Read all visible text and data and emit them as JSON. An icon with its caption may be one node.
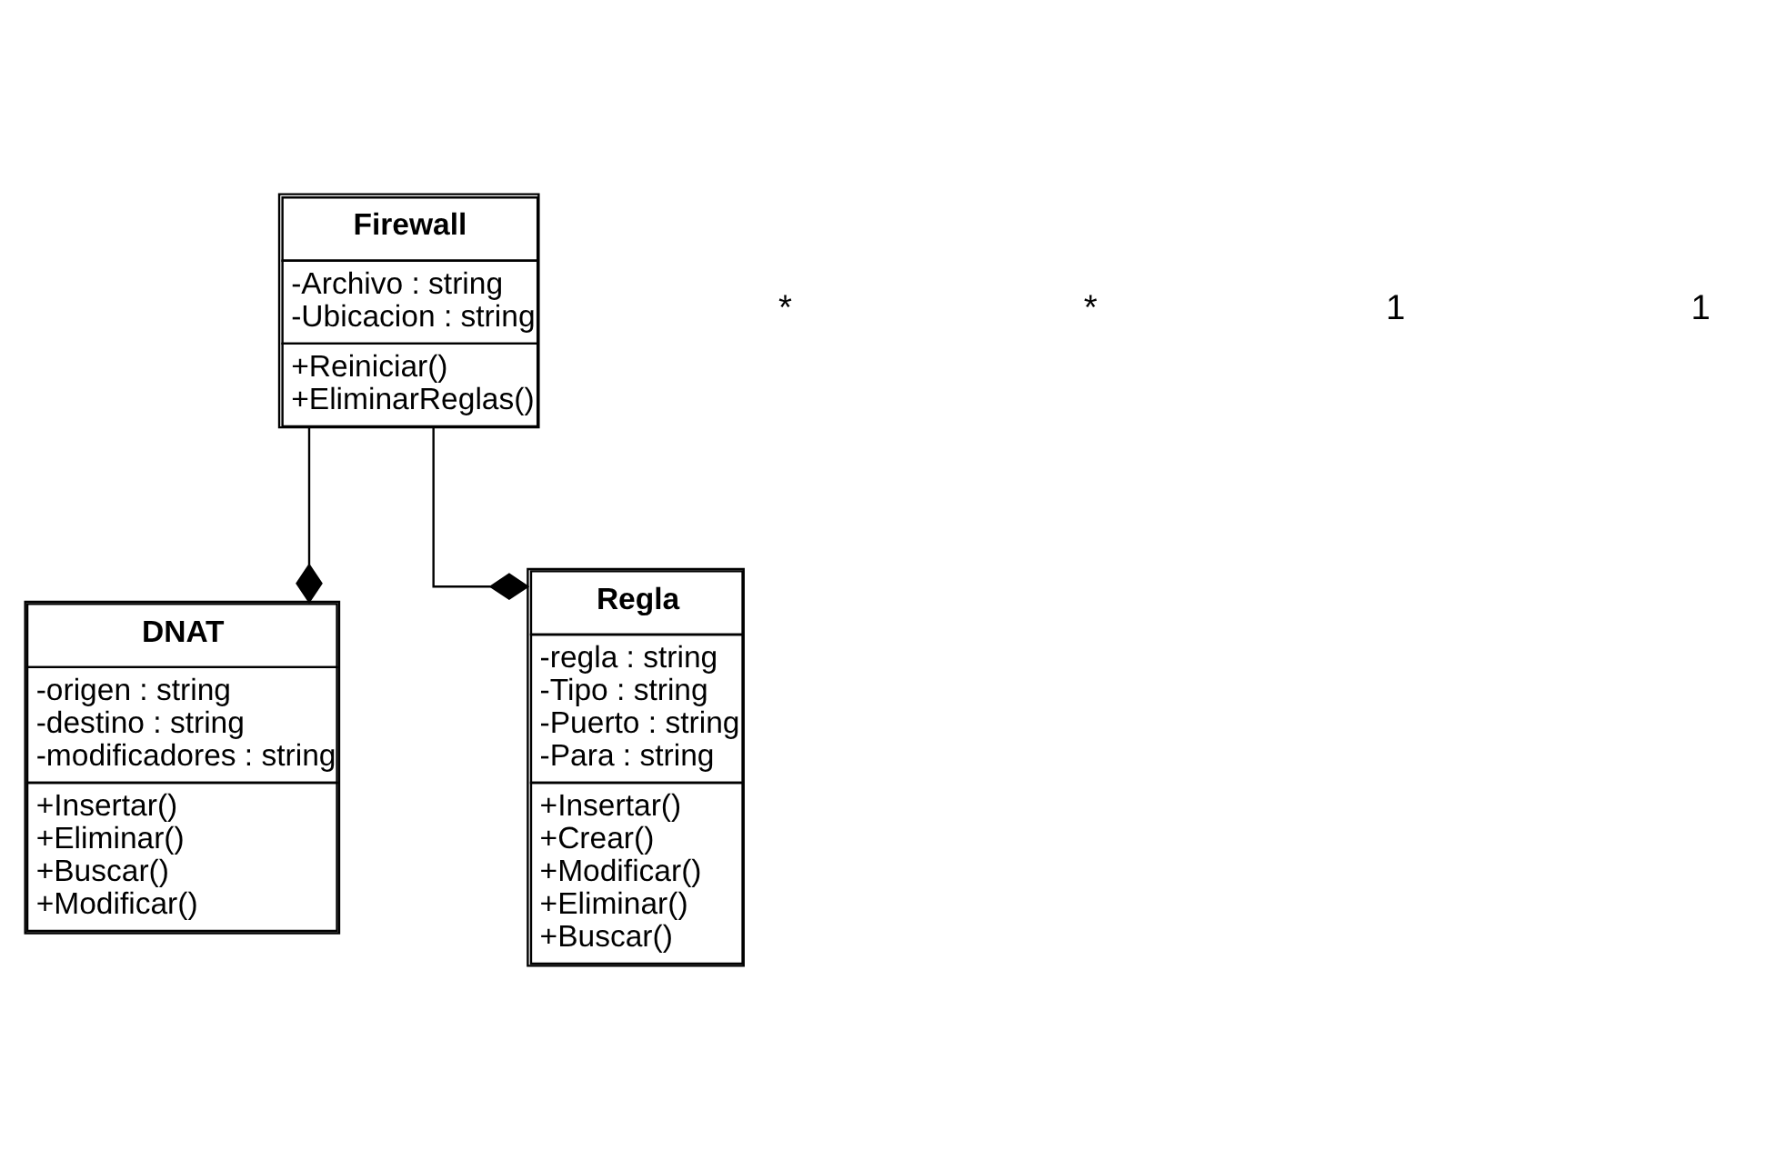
{
  "diagram": {
    "nodes": [
      {
        "text": [
          "Firewall",
          "-Archivo : string",
          "-Ubicacion : string",
          "+Reiniciar()",
          "+EliminarReglas()"
        ]
      },
      {
        "text": [
          "DNAT",
          "-origen : string",
          "-destino : string",
          "-modificadores : string",
          "+Insertar()",
          "+Eliminar()",
          "+Buscar()",
          "+Modificar()"
        ]
      },
      {
        "text": [
          "Regla",
          "-regla : string",
          "-Tipo : string",
          "-Puerto : string",
          "-Para : string",
          "+Insertar()",
          "+Crear()",
          "+Modificar()",
          "+Eliminar()",
          "+Buscar()"
        ]
      }
    ],
    "edges": [
      {
        "from": 0,
        "to": 1,
        "arrow": "other"
      },
      {
        "from": 0,
        "to": 2,
        "arrow": "other"
      }
    ],
    "labels": [
      "*",
      "*",
      "1",
      "1"
    ]
  }
}
